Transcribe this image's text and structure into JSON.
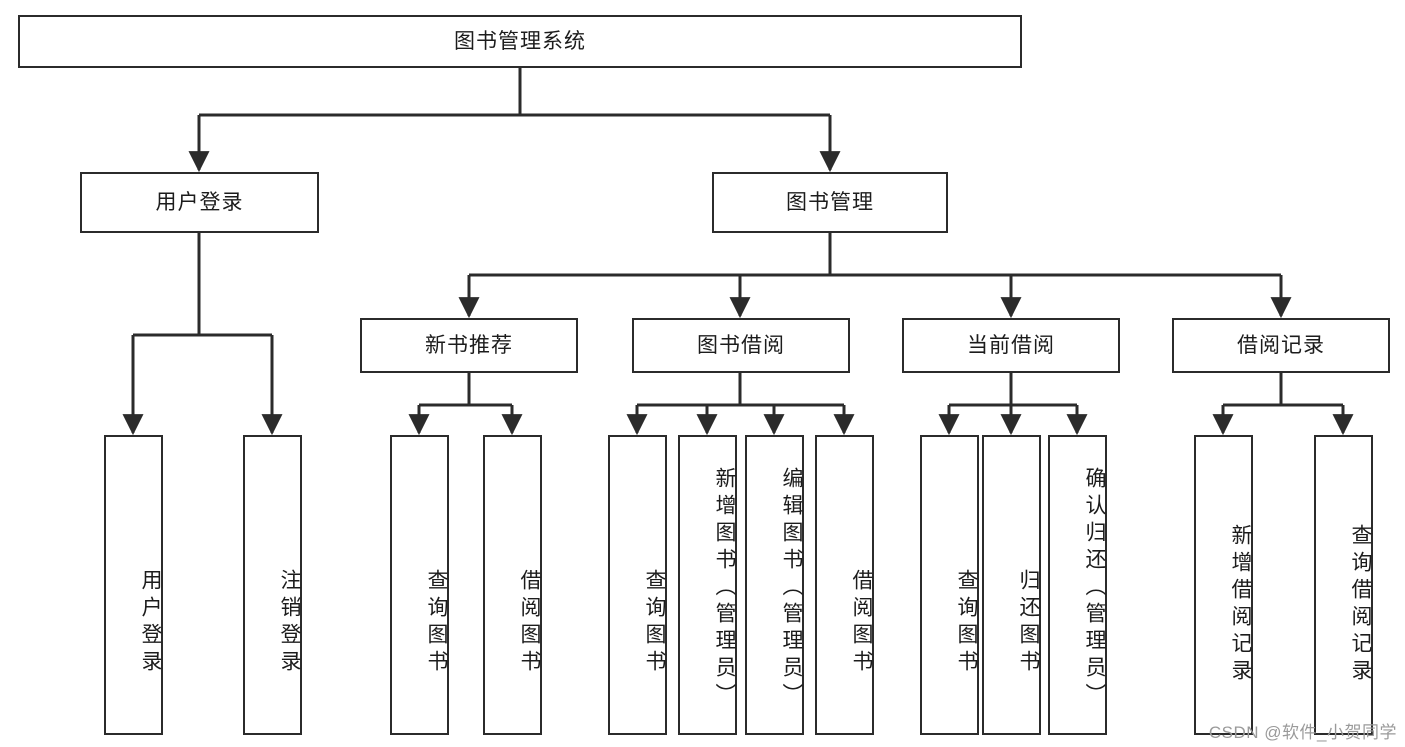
{
  "diagram": {
    "title": "图书管理系统",
    "type": "functional-structure-tree",
    "root": {
      "label": "图书管理系统"
    },
    "level2": [
      {
        "label": "用户登录"
      },
      {
        "label": "图书管理"
      }
    ],
    "level3": [
      {
        "label": "新书推荐"
      },
      {
        "label": "图书借阅"
      },
      {
        "label": "当前借阅"
      },
      {
        "label": "借阅记录"
      }
    ],
    "leaves_user_login": [
      {
        "label": "用户登录"
      },
      {
        "label": "注销登录"
      }
    ],
    "leaves_new_books": [
      {
        "label": "查询图书"
      },
      {
        "label": "借阅图书"
      }
    ],
    "leaves_book_borrow": [
      {
        "label": "查询图书"
      },
      {
        "label": "新增图书（管理员）"
      },
      {
        "label": "编辑图书（管理员）"
      },
      {
        "label": "借阅图书"
      }
    ],
    "leaves_current_borrow": [
      {
        "label": "查询图书"
      },
      {
        "label": "归还图书"
      },
      {
        "label": "确认归还（管理员）"
      }
    ],
    "leaves_borrow_record": [
      {
        "label": "新增借阅记录"
      },
      {
        "label": "查询借阅记录"
      }
    ]
  },
  "watermark": {
    "text": "CSDN @软件_小贺同学"
  },
  "colors": {
    "stroke": "#2b2b2b",
    "background": "#ffffff",
    "text": "#1c1c1c",
    "watermark": "#9a9a9a"
  }
}
